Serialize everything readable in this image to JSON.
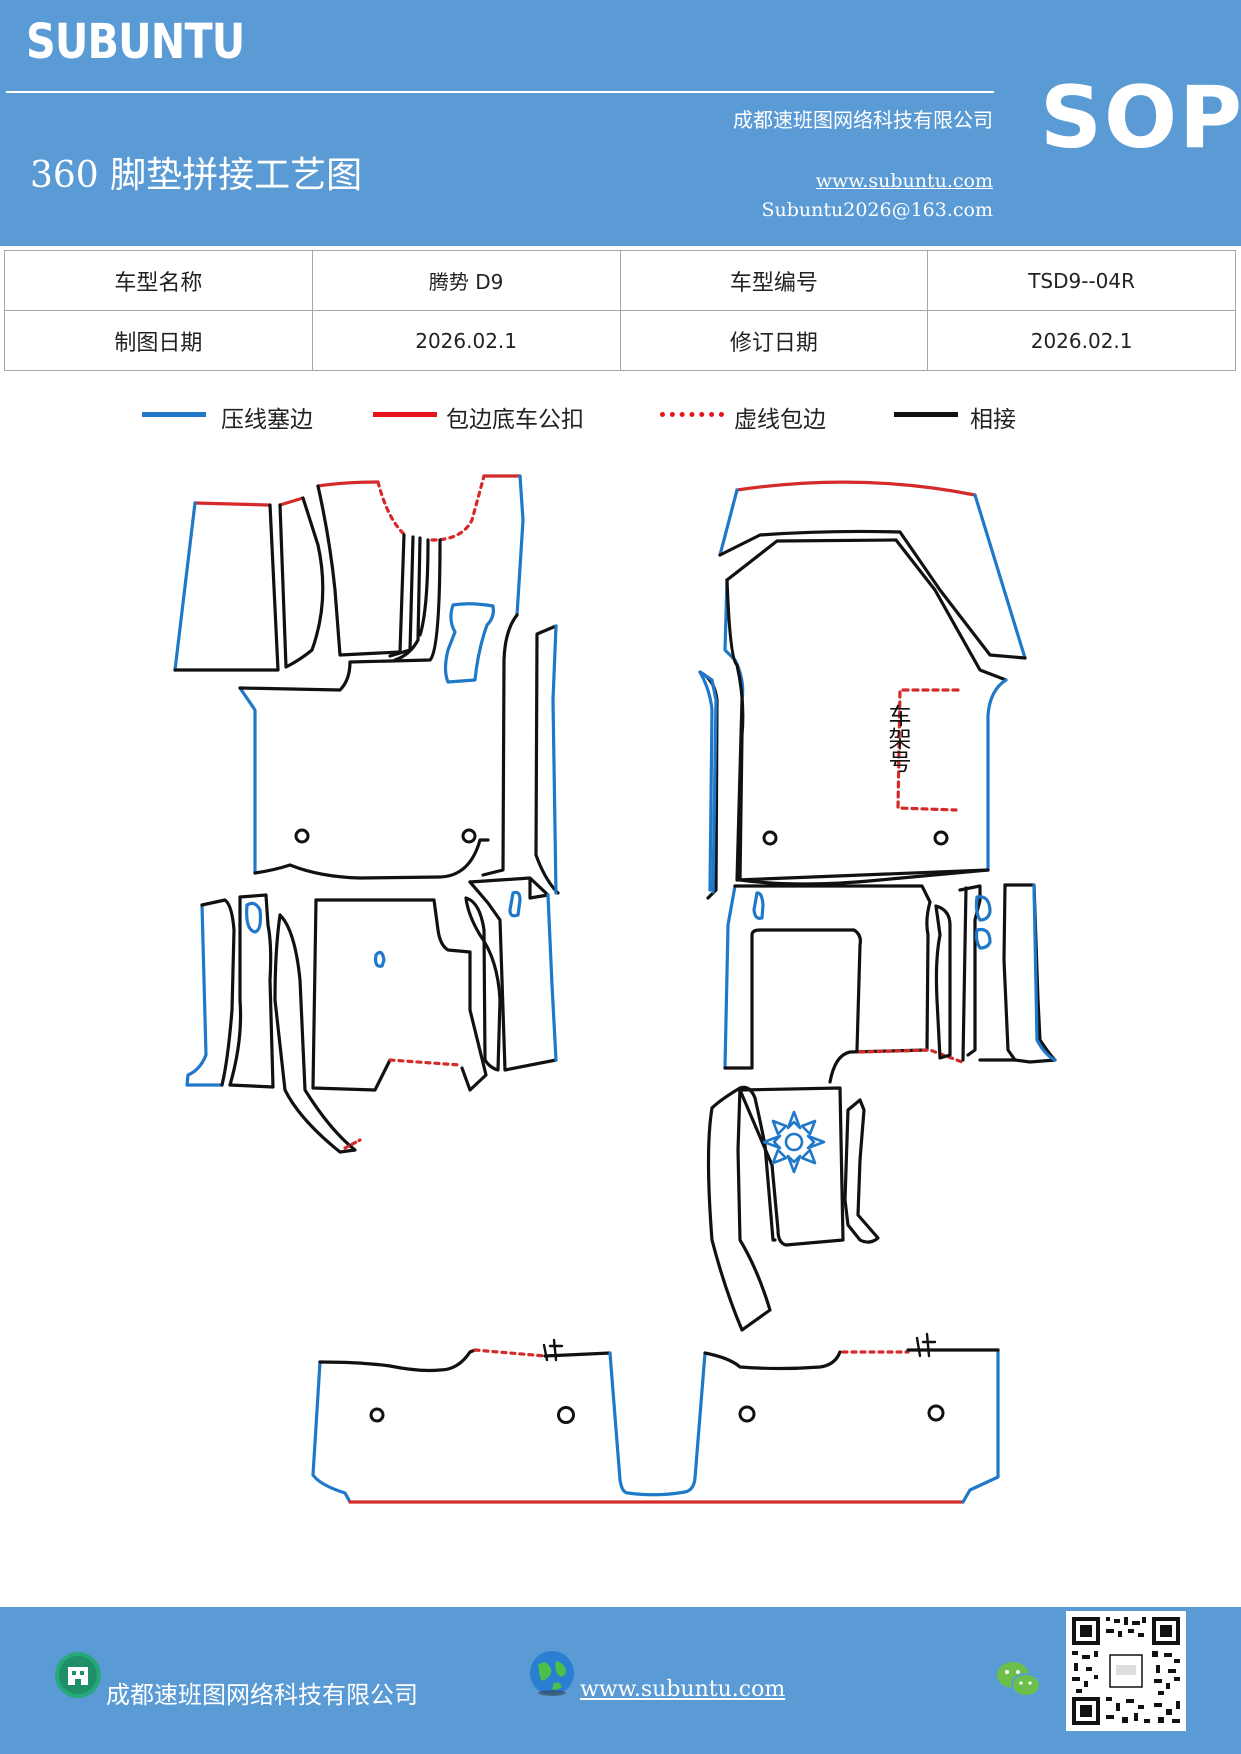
{
  "header": {
    "brand": "SUBUNTU",
    "company": "成都速班图网络科技有限公司",
    "title": "360 脚垫拼接工艺图",
    "url": "www.subuntu.com",
    "email": "Subuntu2026@163.com",
    "badge": "SOP",
    "background_color": "#5b9bd5"
  },
  "info_table": {
    "model_name_label": "车型名称",
    "model_name_value": "腾势 D9",
    "model_code_label": "车型编号",
    "model_code_value": "TSD9--04R",
    "draw_date_label": "制图日期",
    "draw_date_value": "2026.02.1",
    "revise_date_label": "修订日期",
    "revise_date_value": "2026.02.1"
  },
  "legend": [
    {
      "label": "压线塞边",
      "color": "#1f78c8",
      "style": "solid"
    },
    {
      "label": "包边底车公扣",
      "color": "#e8141b",
      "style": "solid"
    },
    {
      "label": "虚线包边",
      "color": "#e8141b",
      "style": "dotted"
    },
    {
      "label": "相接",
      "color": "#111111",
      "style": "solid"
    }
  ],
  "drawing": {
    "frame_label": "车架号",
    "line_colors": {
      "press": "#1f78c8",
      "bind": "#d42a2a",
      "joint": "#111111"
    }
  },
  "footer": {
    "company": "成都速班图网络科技有限公司",
    "url": "www.subuntu.com",
    "icons": [
      "building-icon",
      "globe-icon",
      "wechat-icon",
      "qr-code"
    ]
  }
}
